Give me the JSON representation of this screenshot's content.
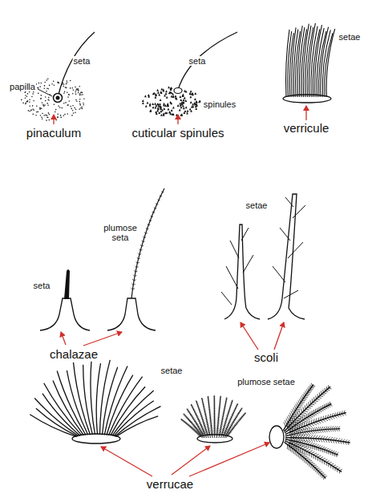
{
  "diagram": {
    "labels": [
      "seta",
      "papilla",
      "pinaculum",
      "seta",
      "spinules",
      "cuticular spinules",
      "setae",
      "verricule",
      "plumose seta",
      "seta",
      "chalazae",
      "setae",
      "scoli",
      "setae",
      "plumose setae",
      "verrucae"
    ]
  }
}
